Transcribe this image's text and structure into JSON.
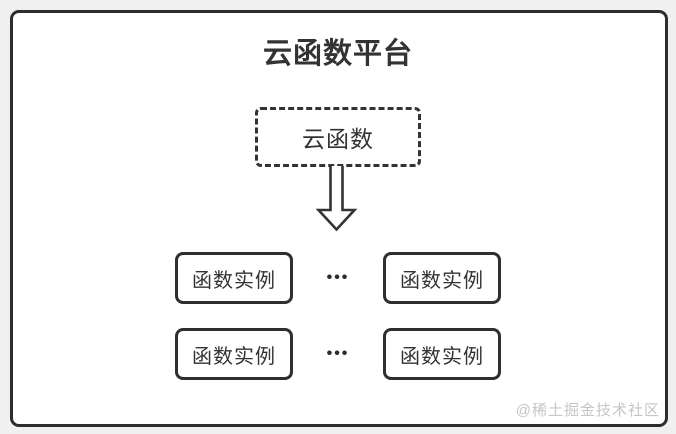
{
  "diagram": {
    "title": "云函数平台",
    "platform_box": {
      "label": "云函数"
    },
    "arrow": {
      "direction": "down",
      "style": "hollow-outline"
    },
    "instance_rows": [
      {
        "left": "函数实例",
        "dots": "•••",
        "right": "函数实例"
      },
      {
        "left": "函数实例",
        "dots": "•••",
        "right": "函数实例"
      }
    ],
    "watermark": "@稀土掘金技术社区",
    "colors": {
      "ink": "#2d2d2d",
      "text": "#333333",
      "watermark": "#c6c6c6",
      "canvas": "#ffffff",
      "page_background": "#f0f0f0"
    }
  }
}
